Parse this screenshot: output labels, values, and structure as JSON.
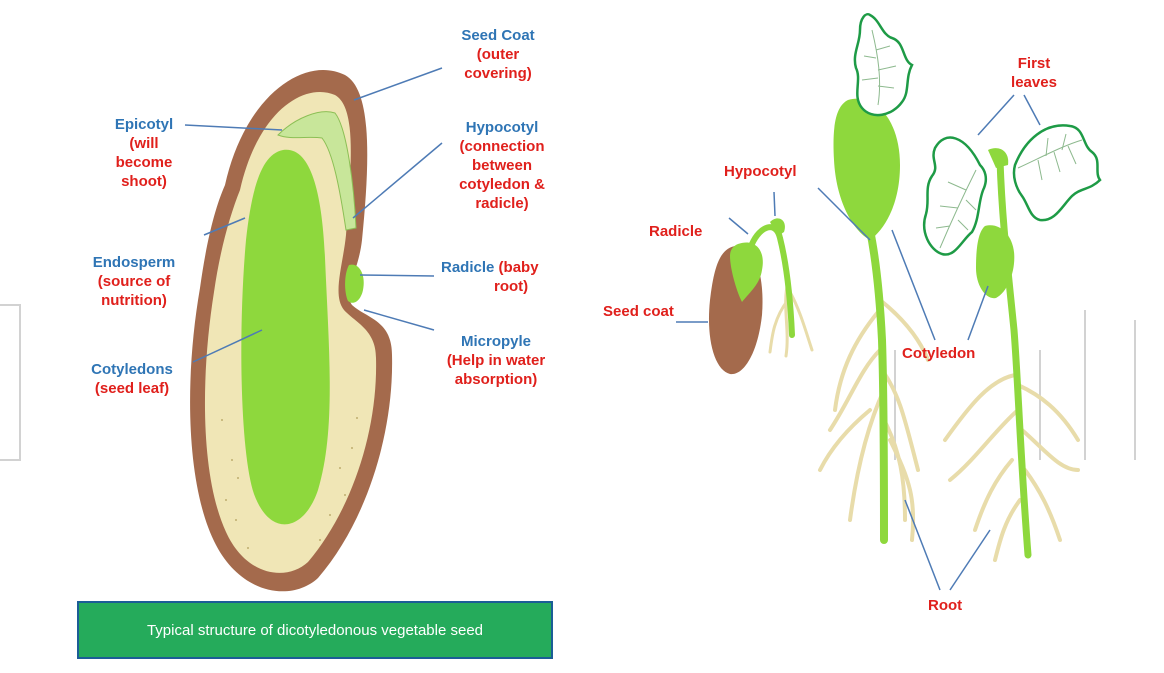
{
  "seed_labels": {
    "seed_coat_title": "Seed Coat",
    "seed_coat_desc_1": "(outer",
    "seed_coat_desc_2": "covering)",
    "epicotyl_title": "Epicotyl",
    "epicotyl_desc_1": "(will",
    "epicotyl_desc_2": "become",
    "epicotyl_desc_3": "shoot)",
    "hypocotyl_title": "Hypocotyl",
    "hypocotyl_desc_1": "(connection",
    "hypocotyl_desc_2": "between",
    "hypocotyl_desc_3": "cotyledon &",
    "hypocotyl_desc_4": "radicle)",
    "endosperm_title": "Endosperm",
    "endosperm_desc_1": "(source of",
    "endosperm_desc_2": "nutrition)",
    "radicle_title": "Radicle",
    "radicle_desc_1": "(baby",
    "radicle_desc_2": "root)",
    "micropyle_title": "Micropyle",
    "micropyle_desc_1": "(Help in water",
    "micropyle_desc_2": "absorption)",
    "cotyledons_title": "Cotyledons",
    "cotyledons_desc": "(seed leaf)"
  },
  "germination_labels": {
    "first_leaves_1": "First",
    "first_leaves_2": "leaves",
    "hypocotyl": "Hypocotyl",
    "radicle": "Radicle",
    "seed_coat": "Seed coat",
    "cotyledon": "Cotyledon",
    "root": "Root"
  },
  "caption": "Typical structure of dicotyledonous vegetable seed",
  "colors": {
    "seed_coat": "#a46a4c",
    "endosperm": "#f0e6b6",
    "cotyledon_green": "#8ed83d",
    "root_beige": "#e8dcaa",
    "leaf_outline": "#1e9b46",
    "label_blue": "#2f75b5",
    "label_red": "#e0201c",
    "leader_line": "#4e7bb5",
    "caption_bg": "#25ab5b",
    "caption_border": "#1b5d96"
  }
}
